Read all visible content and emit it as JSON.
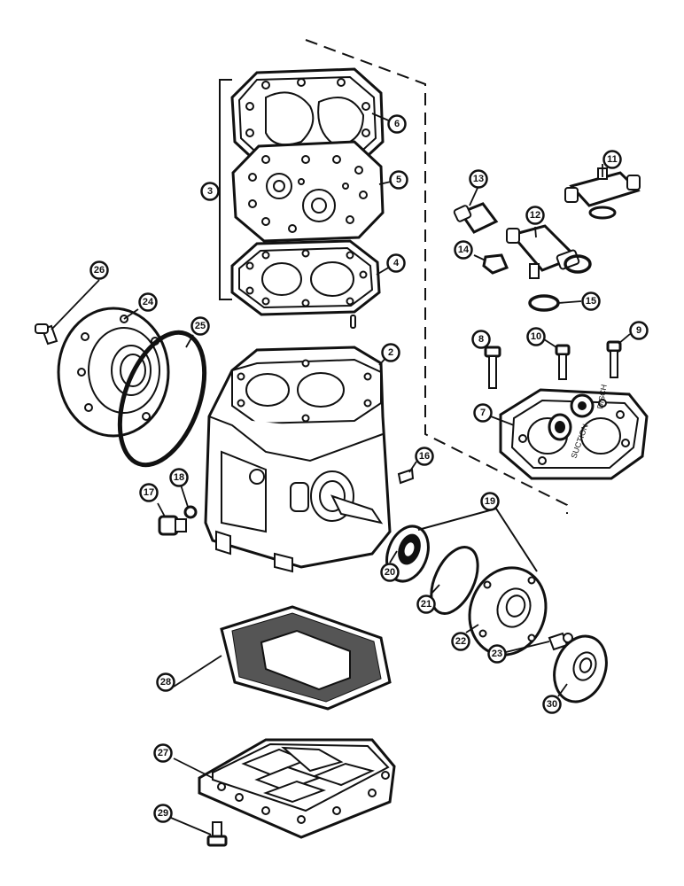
{
  "callouts": {
    "c2": "2",
    "c3": "3",
    "c4": "4",
    "c5": "5",
    "c6": "6",
    "c7": "7",
    "c8": "8",
    "c9": "9",
    "c10": "10",
    "c11": "11",
    "c12": "12",
    "c13": "13",
    "c14": "14",
    "c15": "15",
    "c16": "16",
    "c17": "17",
    "c18": "18",
    "c19": "19",
    "c20": "20",
    "c21": "21",
    "c22": "22",
    "c23": "23",
    "c24": "24",
    "c25": "25",
    "c26": "26",
    "c27": "27",
    "c28": "28",
    "c29": "29",
    "c30": "30"
  },
  "stamps": {
    "head_left": "SUCTION",
    "head_right": "DISCH"
  }
}
